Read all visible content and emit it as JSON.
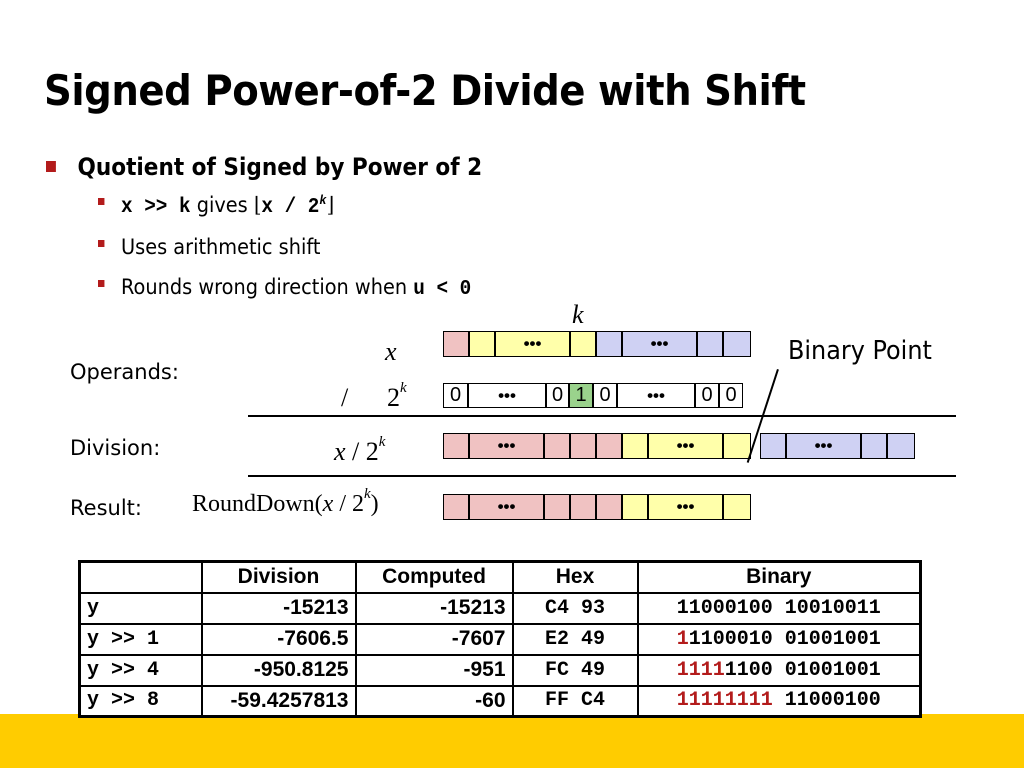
{
  "title": "Signed Power-of-2 Divide with Shift",
  "bullet": "Quotient of Signed by Power of 2",
  "sub1": {
    "code": "x >> k",
    "gives": " gives ",
    "floor_open": "⌊",
    "floor_close": "⌋",
    "expr_code": "x / 2",
    "exp": "k"
  },
  "sub2": "Uses arithmetic shift",
  "sub3": {
    "text": "Rounds wrong direction when ",
    "code": "u < 0"
  },
  "diagram": {
    "k_label": "k",
    "x_label": "x",
    "operands_label": "Operands:",
    "div_sign": "/",
    "pow_base": "2",
    "pow_exp": "k",
    "division_label": "Division:",
    "xdiv_x": "x",
    "xdiv_op": " / 2",
    "xdiv_exp": "k",
    "result_label": "Result:",
    "rd_prefix": "RoundDown(",
    "rd_x": "x",
    "rd_op": " / 2",
    "rd_exp": "k",
    "rd_suffix": ")",
    "binary_point": "Binary Point",
    "dots": "•••",
    "zero": "0",
    "one": "1"
  },
  "table": {
    "headers": [
      "",
      "Division",
      "Computed",
      "Hex",
      "Binary"
    ],
    "rows": [
      {
        "name": "y",
        "division": "-15213",
        "computed": "-15213",
        "hex": "C4 93",
        "bin_red": "",
        "bin_rest": "11000100 10010011"
      },
      {
        "name": "y >> 1",
        "division": "-7606.5",
        "computed": "-7607",
        "hex": "E2 49",
        "bin_red": "1",
        "bin_rest": "1100010 01001001"
      },
      {
        "name": "y >> 4",
        "division": "-950.8125",
        "computed": "-951",
        "hex": "FC 49",
        "bin_red": "1111",
        "bin_rest": "1100 01001001"
      },
      {
        "name": "y >> 8",
        "division": "-59.4257813",
        "computed": "-60",
        "hex": "FF C4",
        "bin_red": "11111111",
        "bin_rest": " 11000100"
      }
    ]
  },
  "colors": {
    "bullet": "#b31b1b",
    "footer": "#ffcc00",
    "pink": "#f0c2c2",
    "yellow": "#ffffaa",
    "blue": "#cfd1f3",
    "green": "#9ad28c"
  }
}
